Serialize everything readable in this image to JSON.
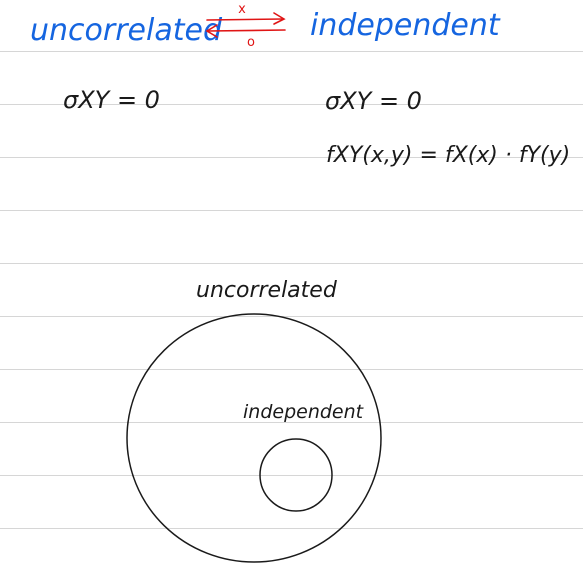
{
  "colors": {
    "blue_ink": "#1565e0",
    "red_ink": "#e01515",
    "black_ink": "#1a1a1a",
    "rule_line": "#d6d6d6"
  },
  "header": {
    "left_term": "uncorrelated",
    "right_term": "independent",
    "forward_arrow_mark": "x",
    "backward_arrow_mark": "o"
  },
  "left_column": {
    "equation": "σXY = 0"
  },
  "right_column": {
    "equation_1": "σXY = 0",
    "equation_2": "fXY(x,y) = fX(x) · fY(y)"
  },
  "diagram": {
    "outer_label": "uncorrelated",
    "inner_label": "independent"
  }
}
